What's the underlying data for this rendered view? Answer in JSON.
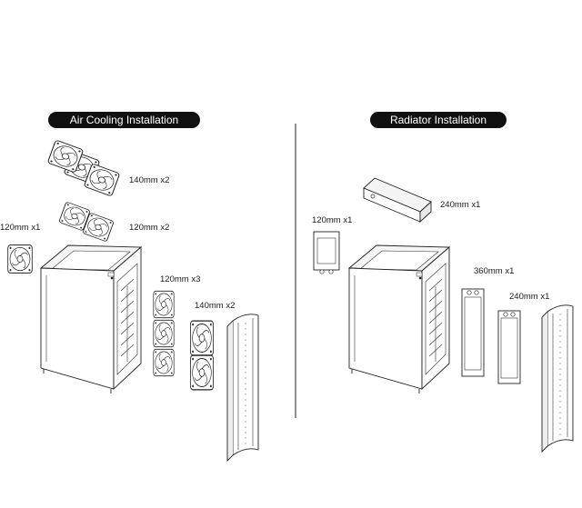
{
  "headers": {
    "air": "Air Cooling Installation",
    "radiator": "Radiator Installation"
  },
  "labels": {
    "air_top_fans": "140mm x2",
    "air_mid_fans": "120mm x2",
    "air_rear_fan": "120mm x1",
    "air_front_fans_a": "120mm x3",
    "air_front_fans_b": "140mm x2",
    "rad_top": "240mm x1",
    "rad_rear": "120mm x1",
    "rad_front_a": "360mm x1",
    "rad_front_b": "240mm x1"
  },
  "colors": {
    "pill": "#111111",
    "line": "#222222"
  }
}
